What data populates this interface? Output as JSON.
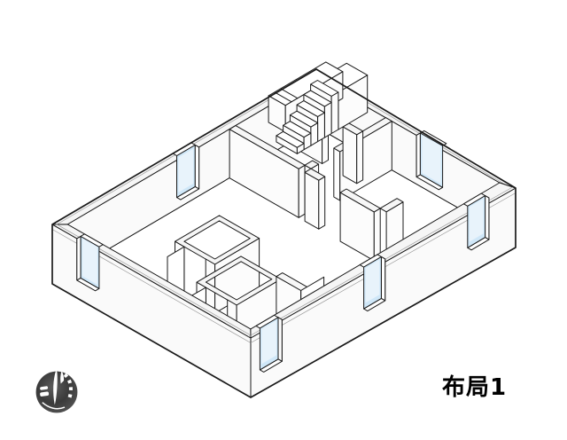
{
  "caption": {
    "label": "布局1"
  },
  "scene": {
    "kind": "isometric cutaway floor plan",
    "window_count": 6,
    "has_staircase": true,
    "closet_count": 2
  },
  "colors": {
    "line": "#1a1a1a",
    "line-soft": "#9a9a9a",
    "wall": "#fcfcfc",
    "band": "#f6f6f6",
    "face": "#fafafa",
    "floor": "#ffffff",
    "pane": "#cfe7f8",
    "pane-light": "#e8f3fb",
    "caption": "#000000",
    "logo-dark": "#3a3a3a"
  }
}
